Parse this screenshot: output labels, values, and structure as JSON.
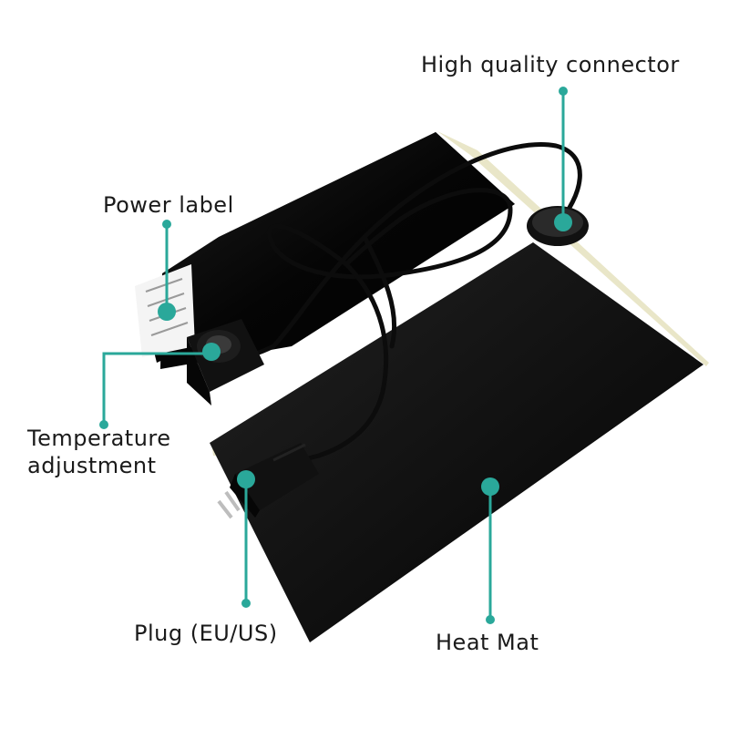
{
  "diagram": {
    "accent_color": "#2aa89a",
    "mat_color": "#0a0a0a",
    "callouts": [
      {
        "id": "connector",
        "label": "High quality connector"
      },
      {
        "id": "power",
        "label": "Power label"
      },
      {
        "id": "temp",
        "label_line1": "Temperature",
        "label_line2": "adjustment"
      },
      {
        "id": "plug",
        "label": "Plug (EU/US)"
      },
      {
        "id": "mat",
        "label": "Heat Mat"
      }
    ]
  }
}
